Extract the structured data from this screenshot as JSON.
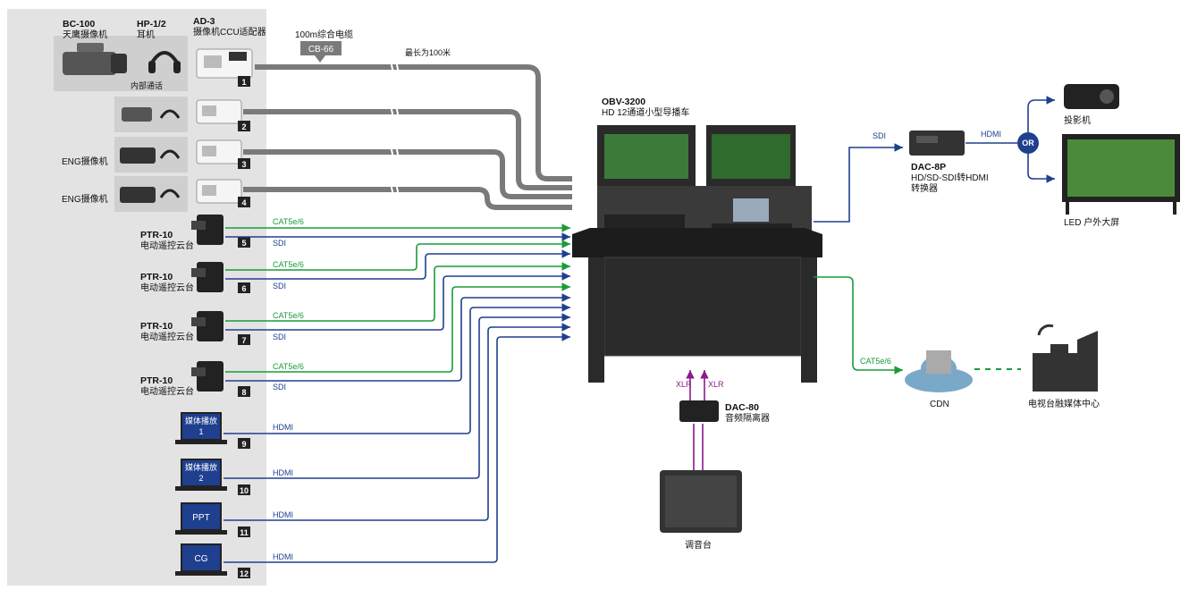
{
  "sources": {
    "bc100": {
      "model": "BC-100",
      "name": "天鹰摄像机"
    },
    "hp": {
      "model": "HP-1/2",
      "name": "耳机"
    },
    "ad3": {
      "model": "AD-3",
      "name": "摄像机CCU适配器"
    },
    "intercom": "内部通话",
    "eng": "ENG摄像机",
    "ptr_model": "PTR-10",
    "ptr_name": "电动遥控云台",
    "media1": "媒体播放",
    "media1_num": "1",
    "media2": "媒体播放",
    "media2_num": "2",
    "ppt": "PPT",
    "cg": "CG",
    "numbers": [
      "1",
      "2",
      "3",
      "4",
      "5",
      "6",
      "7",
      "8",
      "9",
      "10",
      "11",
      "12"
    ]
  },
  "cable": {
    "title": "100m综合电缆",
    "model": "CB-66",
    "max": "最长为100米"
  },
  "links": {
    "cat": "CAT5e/6",
    "sdi": "SDI",
    "hdmi": "HDMI",
    "xlr": "XLR",
    "or": "OR"
  },
  "obv": {
    "model": "OBV-3200",
    "name": "HD 12通道小型导播车"
  },
  "dac8p": {
    "model": "DAC-8P",
    "line1": "HD/SD-SDI转HDMI",
    "line2": "转换器"
  },
  "projector": "投影机",
  "led": "LED 户外大屏",
  "cdn": "CDN",
  "tv": "电视台融媒体中心",
  "dac80": {
    "model": "DAC-80",
    "name": "音频隔离器"
  },
  "mixer": "调音台",
  "colors": {
    "panel": "#e2e2e2",
    "sdi": "#1f3f8f",
    "cat": "#1a9b3a",
    "xlr": "#8a1a8a",
    "cable": "#7a7a7a"
  }
}
